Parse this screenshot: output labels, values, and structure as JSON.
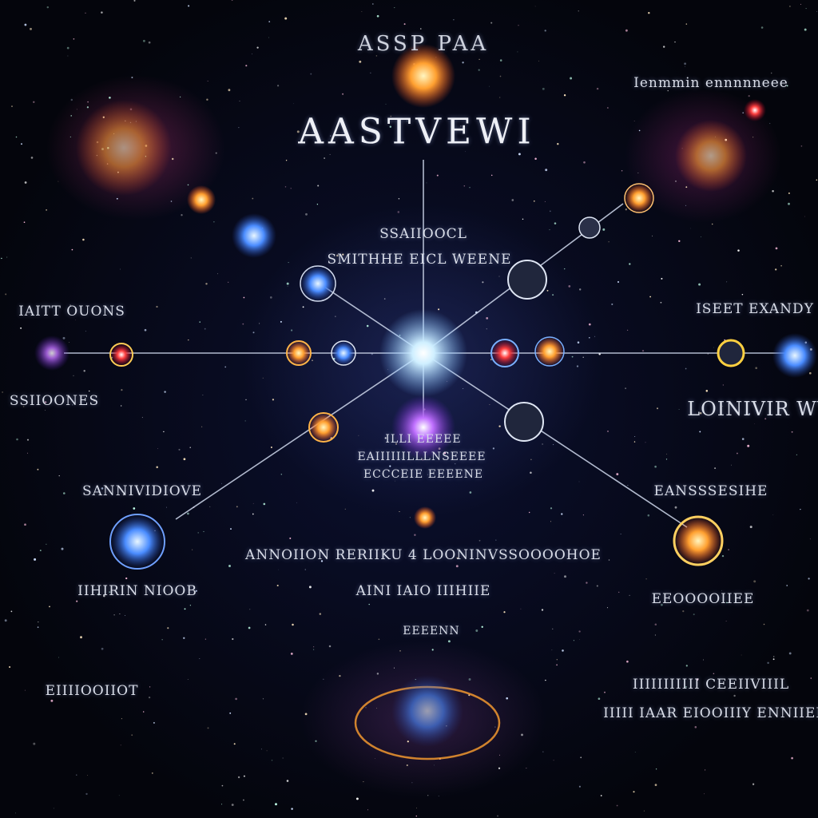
{
  "header": {
    "top_text": "ASSP PAA",
    "title": "AASTVEWI"
  },
  "labels": {
    "top_right": "Ienmmin ennnnneee",
    "center_upper_1": "SSAIIOOCL",
    "center_upper_2": "SMITHHE EICL WEENE",
    "left_mid": "IAITT OUONS",
    "right_mid": "ISEET EXANDY",
    "left_lower_1": "SSIIOONES",
    "right_lower_1": "LOINIVIR WY",
    "center_mid_1": "ILLI  EEEEE",
    "center_mid_2": "EAIIIIIILLLNSEEEE",
    "center_mid_3": "ECCCEIE EEEENE",
    "left_lower_2": "SANNIVIDIOVE",
    "right_lower_2": "EANSSSESIHE",
    "bottom_row": "ANNOIION RERIIKU  4  LOONINVSSOOOOHOE",
    "left_bottom": "IIHIRIN NIOOB",
    "center_bottom": "AINI  IAIO  IIIHIIE",
    "right_bottom_1": "EEOOOOIIEE",
    "center_base": "EEEENN",
    "left_base": "EIIIIOOIIOT",
    "right_base_1": "IIIIIIIIIII CEEIIVIIIL",
    "right_base_2": "IIIII IAAR EIOOIIIY ENNIIEE"
  },
  "colors": {
    "accent_glow": "#aee0ff",
    "line": "#cfd8ec",
    "warm": "#ffb347",
    "magenta": "#e0409a"
  }
}
